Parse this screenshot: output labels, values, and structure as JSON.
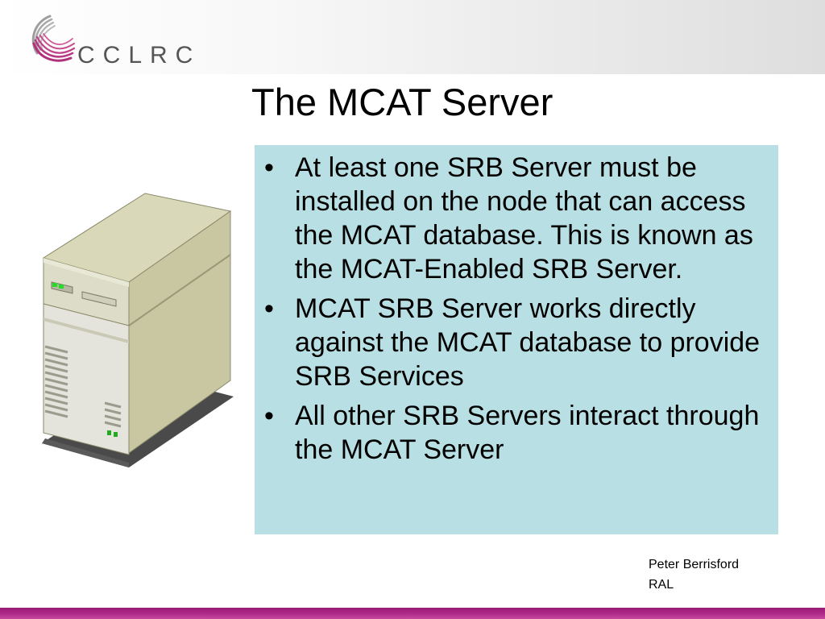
{
  "header": {
    "logo_text": "CCLRC",
    "logo_icon": "cclrc-swirl-logo"
  },
  "slide": {
    "title": "The MCAT Server",
    "illustration": "server-tower-icon",
    "bullets": [
      "At least one SRB Server must be installed on the node that can access the MCAT database. This is known as the MCAT-Enabled SRB Server.",
      "MCAT SRB Server works directly against the MCAT database to provide SRB Services",
      "All other SRB Servers interact through the MCAT Server"
    ],
    "bullet_symbol": "•"
  },
  "footer": {
    "author": "Peter Berrisford",
    "org": "RAL"
  },
  "colors": {
    "content_box": "#b8dfe3",
    "accent_bar": "#a52080",
    "logo_magenta": "#b0307a"
  }
}
